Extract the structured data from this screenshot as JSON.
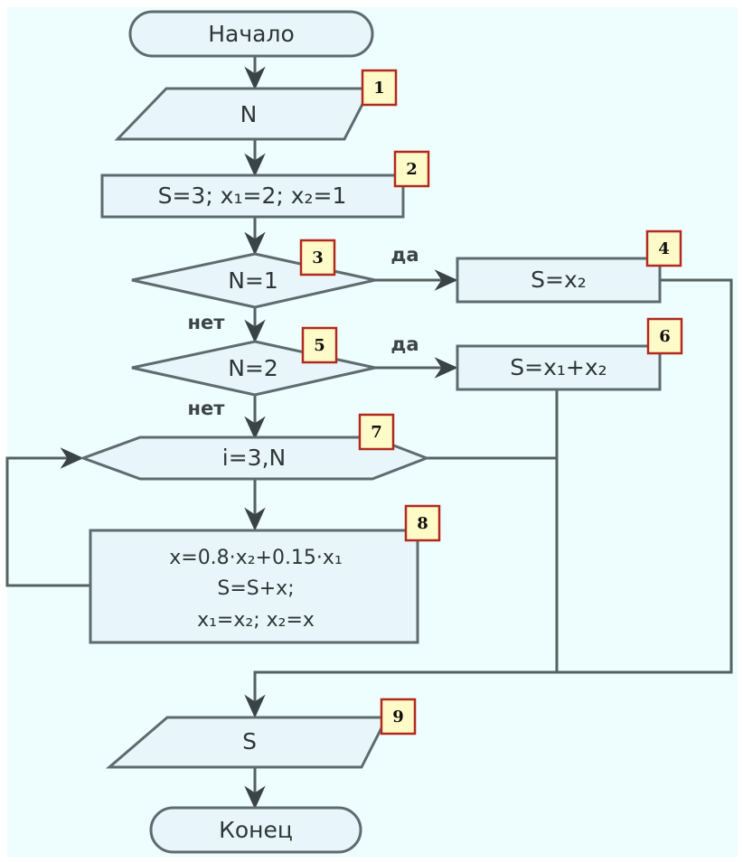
{
  "diagram": {
    "type": "flowchart",
    "colors": {
      "background": "#eefdfd",
      "shape_fill": "#e8f6fb",
      "stroke": "#5f6b6e",
      "number_box_fill": "#fffbc8",
      "number_box_border": "#b22a1e"
    },
    "nodes": {
      "start": {
        "kind": "terminator",
        "text": "Начало"
      },
      "b1": {
        "kind": "input",
        "number": "1",
        "text": "N"
      },
      "b2": {
        "kind": "process",
        "number": "2",
        "text": "S=3; x₁=2; x₂=1"
      },
      "b3": {
        "kind": "decision",
        "number": "3",
        "text": "N=1"
      },
      "b4": {
        "kind": "process",
        "number": "4",
        "text": "S=x₂"
      },
      "b5": {
        "kind": "decision",
        "number": "5",
        "text": "N=2"
      },
      "b6": {
        "kind": "process",
        "number": "6",
        "text": "S=x₁+x₂"
      },
      "b7": {
        "kind": "loop",
        "number": "7",
        "text": "i=3,N"
      },
      "b8": {
        "kind": "process",
        "number": "8",
        "lines": [
          "x=0.8·x₂+0.15·x₁",
          "S=S+x;",
          "x₁=x₂; x₂=x"
        ]
      },
      "b9": {
        "kind": "output",
        "number": "9",
        "text": "S"
      },
      "end": {
        "kind": "terminator",
        "text": "Конец"
      }
    },
    "branch_labels": {
      "b3_yes": "да",
      "b3_no": "нет",
      "b5_yes": "да",
      "b5_no": "нет"
    },
    "edges": [
      {
        "from": "start",
        "to": "b1"
      },
      {
        "from": "b1",
        "to": "b2"
      },
      {
        "from": "b2",
        "to": "b3"
      },
      {
        "from": "b3",
        "to": "b4",
        "label": "да"
      },
      {
        "from": "b3",
        "to": "b5",
        "label": "нет"
      },
      {
        "from": "b5",
        "to": "b6",
        "label": "да"
      },
      {
        "from": "b5",
        "to": "b7",
        "label": "нет"
      },
      {
        "from": "b7",
        "to": "b8"
      },
      {
        "from": "b8",
        "to": "b7",
        "note": "loop back"
      },
      {
        "from": "b7",
        "to": "b9",
        "note": "loop exit"
      },
      {
        "from": "b6",
        "to": "b9"
      },
      {
        "from": "b4",
        "to": "b9"
      },
      {
        "from": "b9",
        "to": "end"
      }
    ]
  }
}
